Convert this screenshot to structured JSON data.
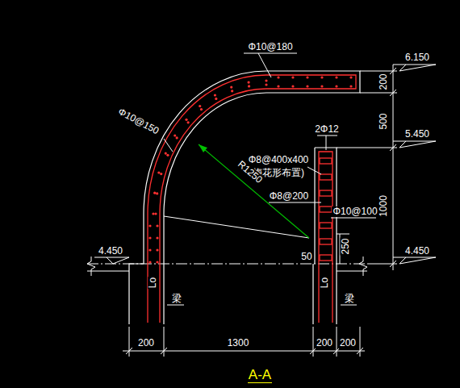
{
  "diagram": {
    "caption": "A-A",
    "labels": [
      "Φ10@180",
      "6.150",
      "200",
      "500",
      "5.450",
      "Φ10@150",
      "2Φ12",
      "Φ8@400x400",
      "(梅花形布置)",
      "R1250",
      "Φ8@200",
      "Φ10@100",
      "1000",
      "4.450",
      "250",
      "50",
      "4.450",
      "Lo",
      "Lo",
      "梁",
      "梁",
      "200",
      "1300",
      "200",
      "200"
    ]
  }
}
